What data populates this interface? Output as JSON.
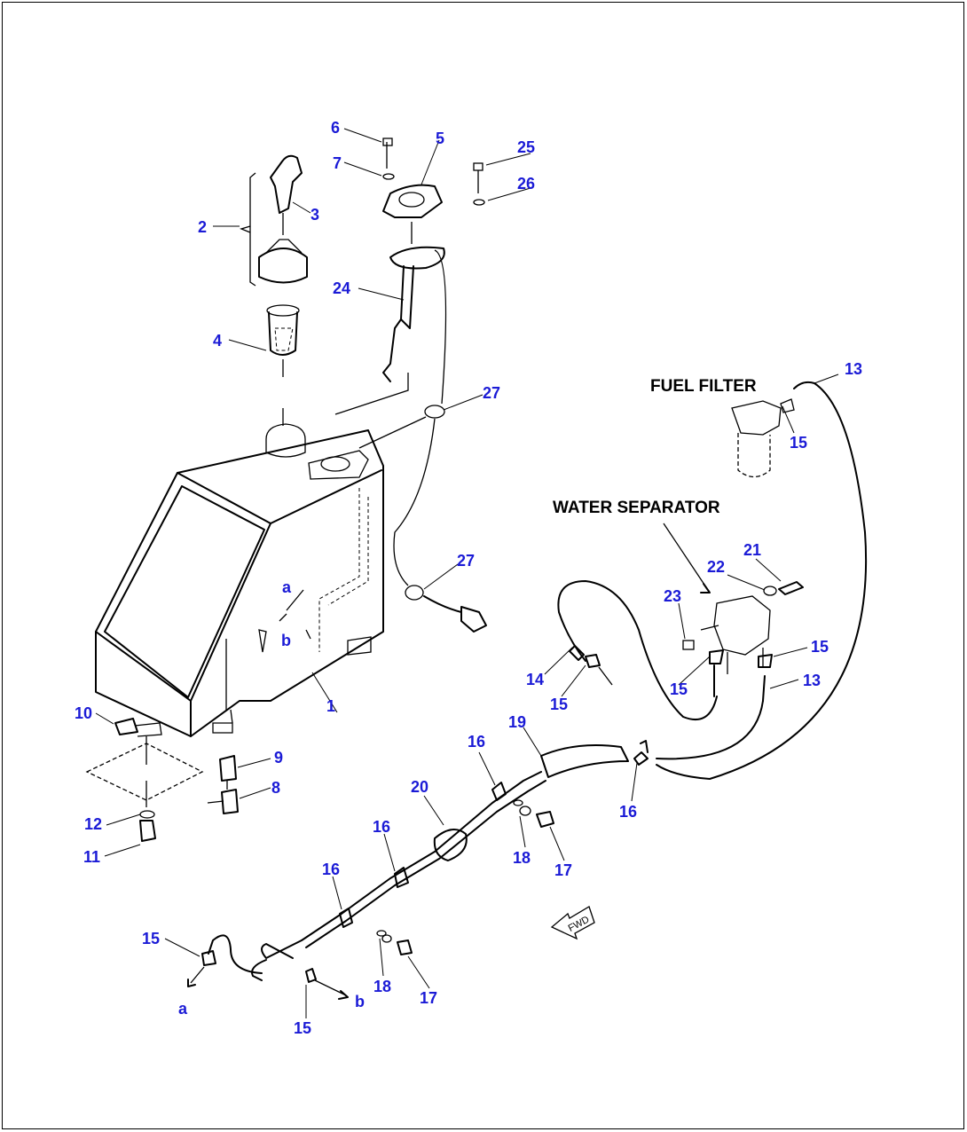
{
  "labels": {
    "fuel_filter": "FUEL FILTER",
    "water_separator": "WATER SEPARATOR",
    "fwd": "FWD"
  },
  "callouts": [
    "1",
    "2",
    "3",
    "4",
    "5",
    "6",
    "7",
    "8",
    "9",
    "10",
    "11",
    "12",
    "13",
    "14",
    "15",
    "16",
    "17",
    "18",
    "19",
    "20",
    "21",
    "22",
    "23",
    "24",
    "25",
    "26",
    "27",
    "a",
    "b"
  ]
}
